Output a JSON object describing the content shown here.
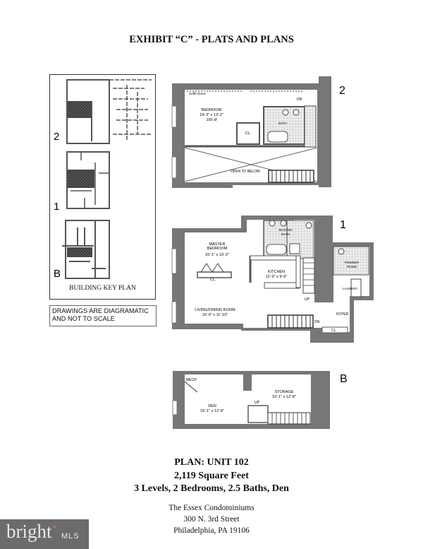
{
  "title": "EXHIBIT “C” - PLATS AND PLANS",
  "levels": {
    "upper": "2",
    "main": "1",
    "basement": "B"
  },
  "key_plan": {
    "label": "BUILDING KEY PLAN",
    "levels": [
      "2",
      "1",
      "B"
    ]
  },
  "disclaimer": {
    "line1": "DRAWINGS ARE DIAGRAMATIC",
    "line2": "AND NOT TO SCALE"
  },
  "level2": {
    "soffit": "Soffit Above",
    "bedroom": {
      "name": "BEDROOM",
      "dims": "14'-3\" x 13'-2\"",
      "area": "190 sf"
    },
    "closet": "CL.",
    "bath": "BATH",
    "dn": "DN",
    "open": "OPEN TO BELOW"
  },
  "level1": {
    "master_bedroom": {
      "name1": "MASTER",
      "name2": "BEDROOM",
      "dims": "15'-1\" x 10'-2\""
    },
    "master_bath": {
      "name1": "MASTER",
      "name2": "BATH"
    },
    "kitchen": {
      "name": "KITCHEN",
      "dims": "12'-9\" x 9'-6\""
    },
    "living": {
      "name": "LIVING/DINING ROOM",
      "dims": "16'-0\" x 11'-10\""
    },
    "powder": {
      "name1": "POWDER",
      "name2": "ROOM"
    },
    "laundry": "LAUNDRY",
    "foyer": "FOYER",
    "closet": "CL.",
    "closet2": "CL.",
    "up": "UP",
    "dn": "DN"
  },
  "basement": {
    "mech": "MECH",
    "den": {
      "name": "DEN",
      "dims": "15'-1\" x 12'-8\""
    },
    "storage": {
      "name": "STORAGE",
      "dims": "15'-1\" x 12'-8\""
    },
    "up": "UP"
  },
  "plan_info": {
    "unit": "PLAN: UNIT 102",
    "size": "2,119 Square Feet",
    "summary": "3 Levels, 2 Bedrooms, 2.5 Baths, Den"
  },
  "address": {
    "name": "The Essex Condominiums",
    "street": "300 N. 3rd Street",
    "city": "Philadelphia, PA  19106"
  },
  "logo": {
    "text": "bright",
    "suffix": "MLS"
  },
  "colors": {
    "wall": "#777777",
    "hatch": "#333333",
    "logo_bg": "#6b6b6b",
    "logo_accent": "#e8733a"
  }
}
